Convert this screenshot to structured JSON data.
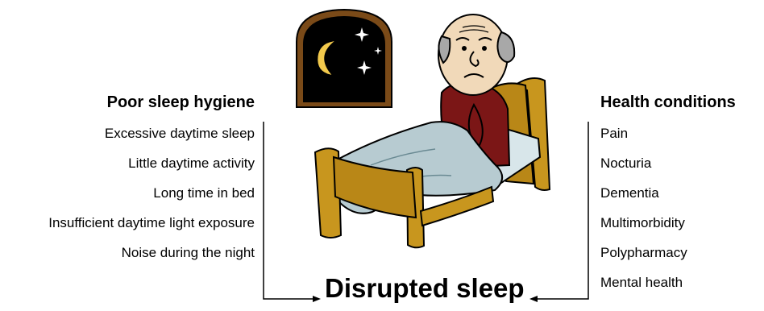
{
  "left": {
    "title": "Poor sleep hygiene",
    "items": [
      "Excessive daytime sleep",
      "Little daytime activity",
      "Long time in bed",
      "Insufficient daytime light exposure",
      "Noise during the night"
    ]
  },
  "right": {
    "title": "Health conditions",
    "items": [
      "Pain",
      "Nocturia",
      "Dementia",
      "Multimorbidity",
      "Polypharmacy",
      "Mental health"
    ]
  },
  "outcome": "Disrupted sleep",
  "illustration": {
    "subject": "elderly man sitting up in bed at night",
    "window": "night window with crescent moon and stars"
  },
  "colors": {
    "bed_frame": "#c8961e",
    "blanket": "#b7cbd1",
    "sweater": "#7b1616",
    "skin": "#f1d9b9",
    "window_sky": "#000000",
    "moon": "#f2c94c"
  }
}
